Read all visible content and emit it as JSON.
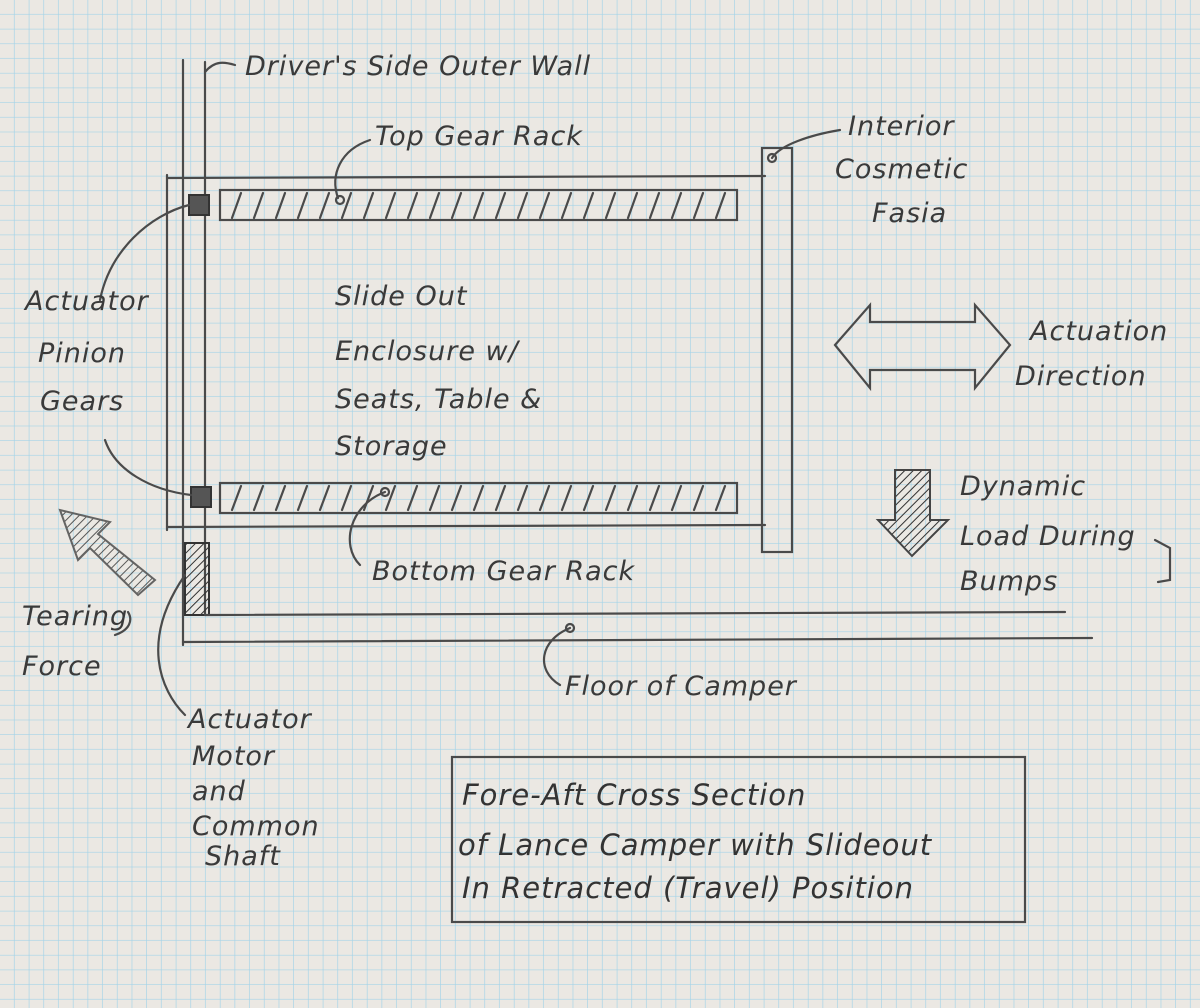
{
  "labels": {
    "outer_wall": "Driver's Side Outer Wall",
    "top_rack": "Top Gear Rack",
    "fascia": [
      "Interior",
      "Cosmetic",
      "Fasia"
    ],
    "pinion": [
      "Actuator",
      "Pinion",
      "Gears"
    ],
    "enclosure": [
      "Slide Out",
      "Enclosure w/",
      "Seats, Table &",
      "Storage"
    ],
    "actuation": [
      "Actuation",
      "Direction"
    ],
    "dynamic": [
      "Dynamic",
      "Load During",
      "Bumps"
    ],
    "bottom_rack": "Bottom Gear Rack",
    "tearing": [
      "Tearing",
      "Force"
    ],
    "floor": "Floor of Camper",
    "motor": [
      "Actuator",
      "Motor",
      "and",
      "Common",
      "Shaft"
    ]
  },
  "title_box": [
    "Fore-Aft Cross Section",
    "of Lance Camper with Slideout",
    "In Retracted (Travel) Position"
  ],
  "colors": {
    "paper": "#ebe8e3",
    "grid": "#9fd2e8",
    "pencil": "#4a4a4a"
  }
}
